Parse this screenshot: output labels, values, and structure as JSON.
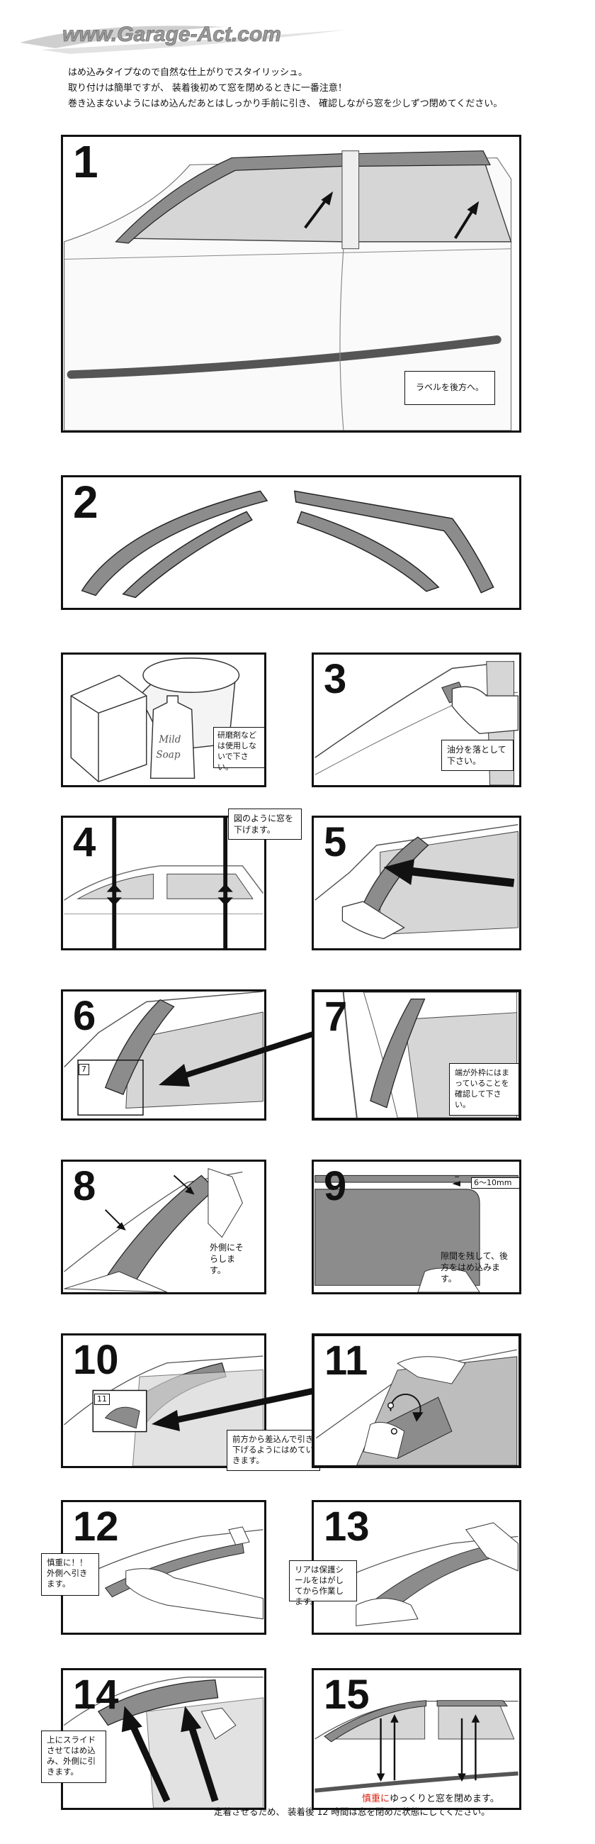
{
  "brand": {
    "logo_text": "www.Garage-Act.com"
  },
  "intro": {
    "line1": "はめ込みタイプなので自然な仕上がりでスタイリッシュ。",
    "line2": "取り付けは簡単ですが、 装着後初めて窓を閉めるときに一番注意！",
    "line3": "巻き込まないようにはめ込んだあとはしっかり手前に引き、 確認しながら窓を少しずつ閉めてください。"
  },
  "steps": {
    "s1": {
      "num": "1",
      "note": "ラベルを後方へ。"
    },
    "s2": {
      "num": "2"
    },
    "s_prep": {
      "note": "研磨剤などは使用しないで下さい。",
      "bottle_label": "Mild Soap"
    },
    "s3": {
      "num": "3",
      "note": "油分を落として下さい。"
    },
    "s4": {
      "num": "4",
      "note": "図のように窓を下げます。"
    },
    "s5": {
      "num": "5"
    },
    "s6": {
      "num": "6",
      "inset": "7"
    },
    "s7": {
      "num": "7",
      "note": "端が外枠にはまっていることを確認して下さい。"
    },
    "s8": {
      "num": "8",
      "note": "外側にそらします。"
    },
    "s9": {
      "num": "9",
      "gap": "6～10mm",
      "note": "隙間を残して、後方をはめ込みます。"
    },
    "s10": {
      "num": "10",
      "inset": "11",
      "note": "前方から差込んで引き下げるようにはめていきます。"
    },
    "s11": {
      "num": "11"
    },
    "s12": {
      "num": "12",
      "note": "慎重に！！外側へ引きます。"
    },
    "s13": {
      "num": "13",
      "note": "リアは保護シールをはがしてから作業します。"
    },
    "s14": {
      "num": "14",
      "note": "上にスライドさせてはめ込み、外側に引きます。"
    },
    "s15": {
      "num": "15",
      "warn_red": "慎重に",
      "warn_rest": "ゆっくりと窓を閉めます。"
    }
  },
  "footer": {
    "text": "定着させるため、 装着後 12 時間は窓を閉めた状態にしてください。"
  },
  "colors": {
    "visor": "#8c8c8c",
    "glass": "#d3d3d3",
    "line": "#111111",
    "accent_red": "#d21111"
  }
}
